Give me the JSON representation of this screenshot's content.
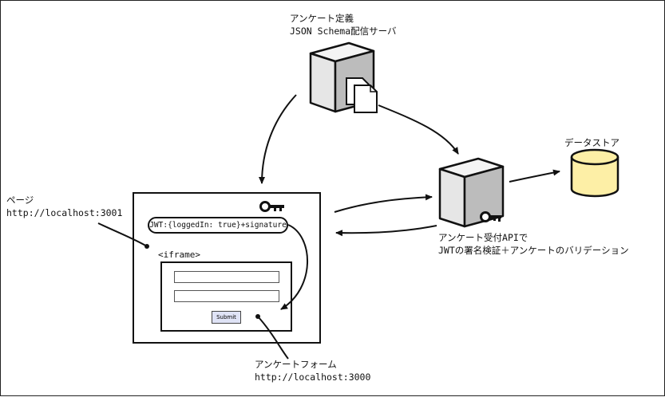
{
  "schema_server": {
    "line1": "アンケート定義",
    "line2": "JSON Schema配信サーバ"
  },
  "datastore": {
    "label": "データストア"
  },
  "api_server": {
    "line1": "アンケート受付APIで",
    "line2": "JWTの署名検証＋アンケートのバリデーション"
  },
  "page": {
    "line1": "ページ",
    "line2": "http://localhost:3001"
  },
  "jwt": {
    "text": "JWT:{loggedIn: true}+signature"
  },
  "iframe": {
    "tag": "<iframe>"
  },
  "form": {
    "submit_label": "Submit",
    "line1": "アンケートフォーム",
    "line2": "http://localhost:3000"
  },
  "icons": [
    "server-icon",
    "documents-icon",
    "database-icon",
    "key-icon"
  ],
  "colors": {
    "datastore_fill": "#fdefa6",
    "submit_fill": "#dfe3f6",
    "server_side": "#bcbcbc",
    "server_front": "#e8e8e8"
  }
}
